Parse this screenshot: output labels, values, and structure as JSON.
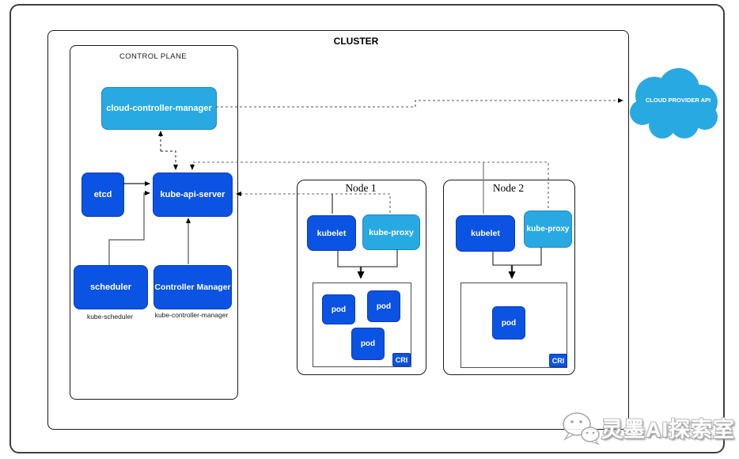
{
  "cluster": {
    "label": "CLUSTER"
  },
  "control_plane": {
    "label": "CONTROL PLANE",
    "cloud_controller_manager": "cloud-controller-manager",
    "etcd": "etcd",
    "kube_api_server": "kube-api-server",
    "scheduler": "scheduler",
    "scheduler_caption": "kube-scheduler",
    "controller_manager": "Controller Manager",
    "controller_manager_caption": "kube-controller-manager"
  },
  "node1": {
    "title": "Node 1",
    "kubelet": "kubelet",
    "kube_proxy": "kube-proxy",
    "pods": [
      "pod",
      "pod",
      "pod"
    ],
    "cri_label": "CRI"
  },
  "node2": {
    "title": "Node 2",
    "kubelet": "kubelet",
    "kube_proxy": "kube-proxy",
    "pods": [
      "pod"
    ],
    "cri_label": "CRI"
  },
  "cloud": {
    "label": "CLOUD PROVIDER API"
  },
  "watermark": {
    "text": "灵墨AI探索室",
    "icon": "wechat-icon"
  },
  "colors": {
    "primary_blue": "#0b53e3",
    "light_blue": "#29a9e1",
    "box_border_blue": "#0a3bbd",
    "line_dark": "#3a3a3a",
    "line_gray": "#777777",
    "border_black": "#1a1a1a"
  }
}
